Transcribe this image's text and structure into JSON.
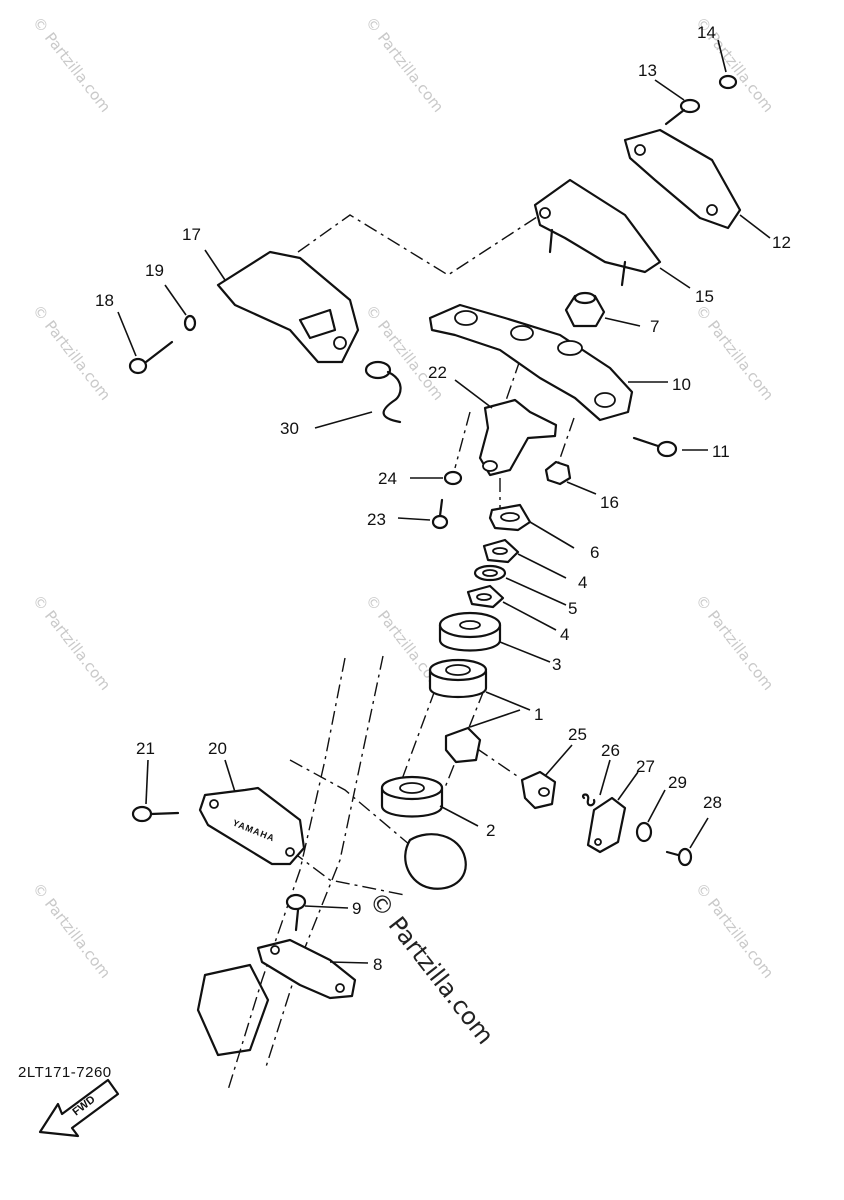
{
  "diagram": {
    "code": "2LT171-7260",
    "watermark": "© Partzilla.com",
    "watermark_center": "© Partzilla.com",
    "brand_label": "YAMAHA",
    "fwd_label": "FWD",
    "callouts": {
      "c1": "1",
      "c2": "2",
      "c3": "3",
      "c4a": "4",
      "c4b": "4",
      "c5": "5",
      "c6": "6",
      "c7": "7",
      "c8": "8",
      "c9": "9",
      "c10": "10",
      "c11": "11",
      "c12": "12",
      "c13": "13",
      "c14": "14",
      "c15": "15",
      "c16": "16",
      "c17": "17",
      "c18": "18",
      "c19": "19",
      "c20": "20",
      "c21": "21",
      "c22": "22",
      "c23": "23",
      "c24": "24",
      "c25": "25",
      "c26": "26",
      "c27": "27",
      "c28": "28",
      "c29": "29",
      "c30": "30"
    }
  }
}
